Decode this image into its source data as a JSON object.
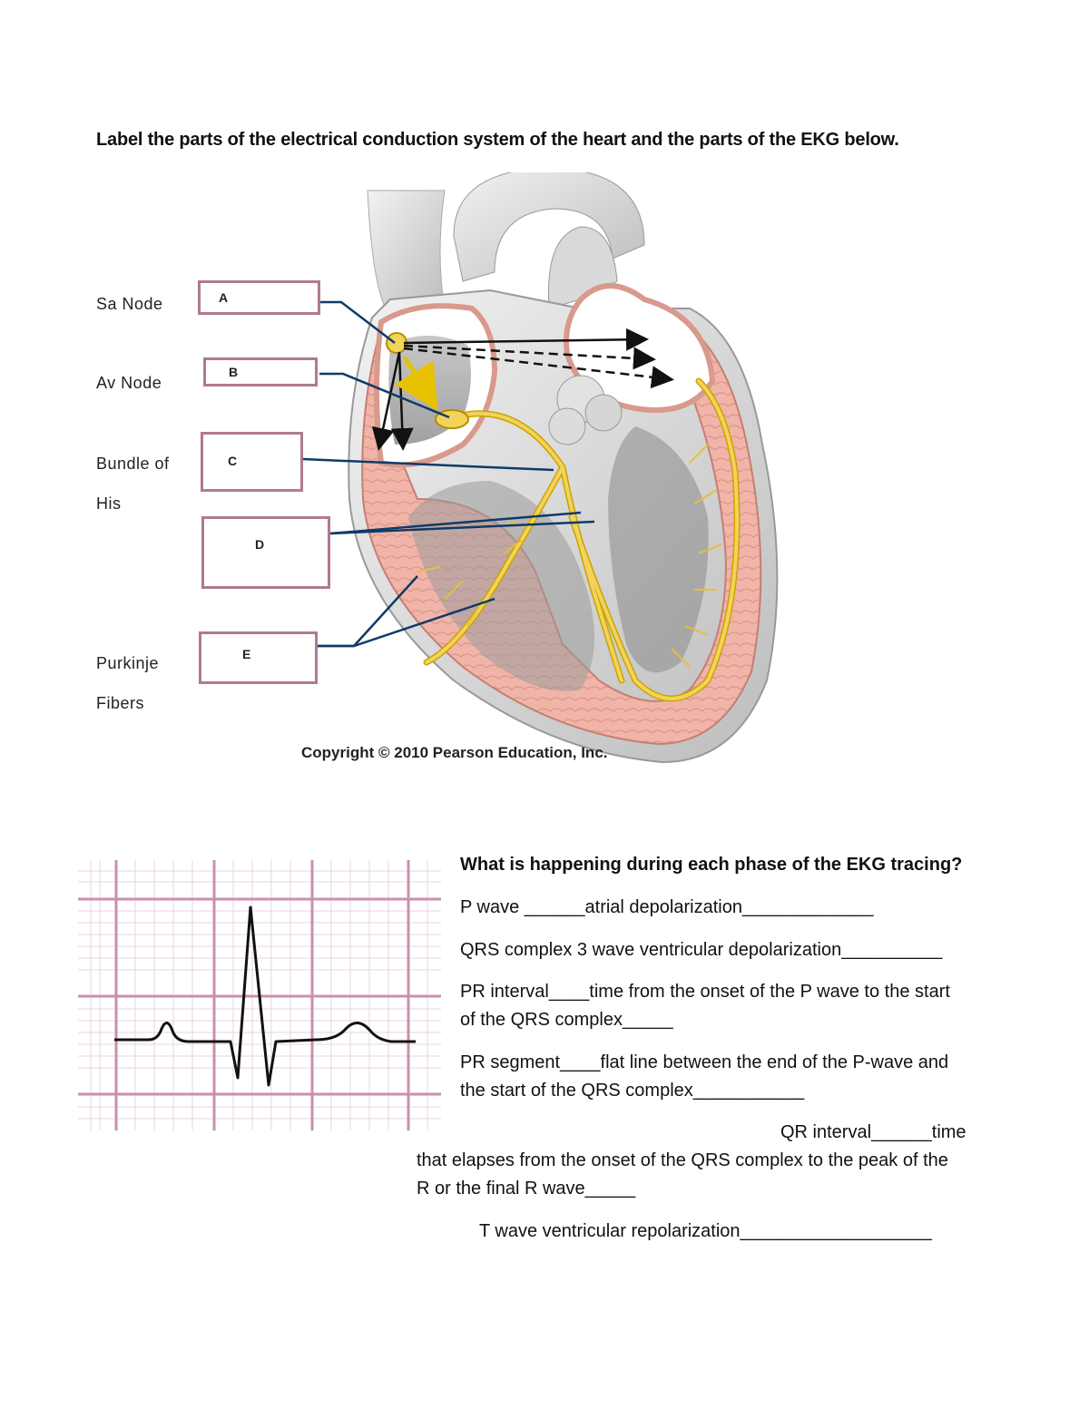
{
  "title": "Label the parts of the electrical conduction system of the heart and the parts of the EKG below.",
  "side_labels": {
    "sa_node": "Sa Node",
    "av_node": "Av Node",
    "bundle_of_his_line1": "Bundle of",
    "bundle_of_his_line2": "His",
    "purkinje_line1": "Purkinje",
    "purkinje_line2": "Fibers"
  },
  "label_boxes": {
    "a": "A",
    "b": "B",
    "c": "C",
    "d": "D",
    "e": "E"
  },
  "copyright": "Copyright © 2010 Pearson Education, Inc.",
  "questions": {
    "heading": "What is happening during each phase of the EKG tracing?",
    "p_wave": "P wave ______atrial depolarization_____________",
    "qrs_complex": "QRS complex 3 wave ventricular depolarization__________",
    "pr_interval_1": "PR interval____time from the onset of the P wave to the start",
    "pr_interval_2": "of the QRS complex_____",
    "pr_segment_1": "PR segment____flat line between the end of the P-wave and",
    "pr_segment_2": "the start of the QRS complex___________",
    "qr_interval_1": "QR interval______time",
    "qr_interval_2": "that elapses from the onset of the QRS complex to the peak of the",
    "qr_interval_3": "R or the final R wave_____",
    "t_wave": "T wave  ventricular repolarization___________________"
  },
  "colors": {
    "box_border": "#b07a92",
    "heart_wall": "#efb5aa",
    "conduction": "#f3d35a",
    "pointer": "#0f3a66",
    "ekg_grid_major": "#c98fb0",
    "ekg_grid_minor": "#e9d3df"
  }
}
